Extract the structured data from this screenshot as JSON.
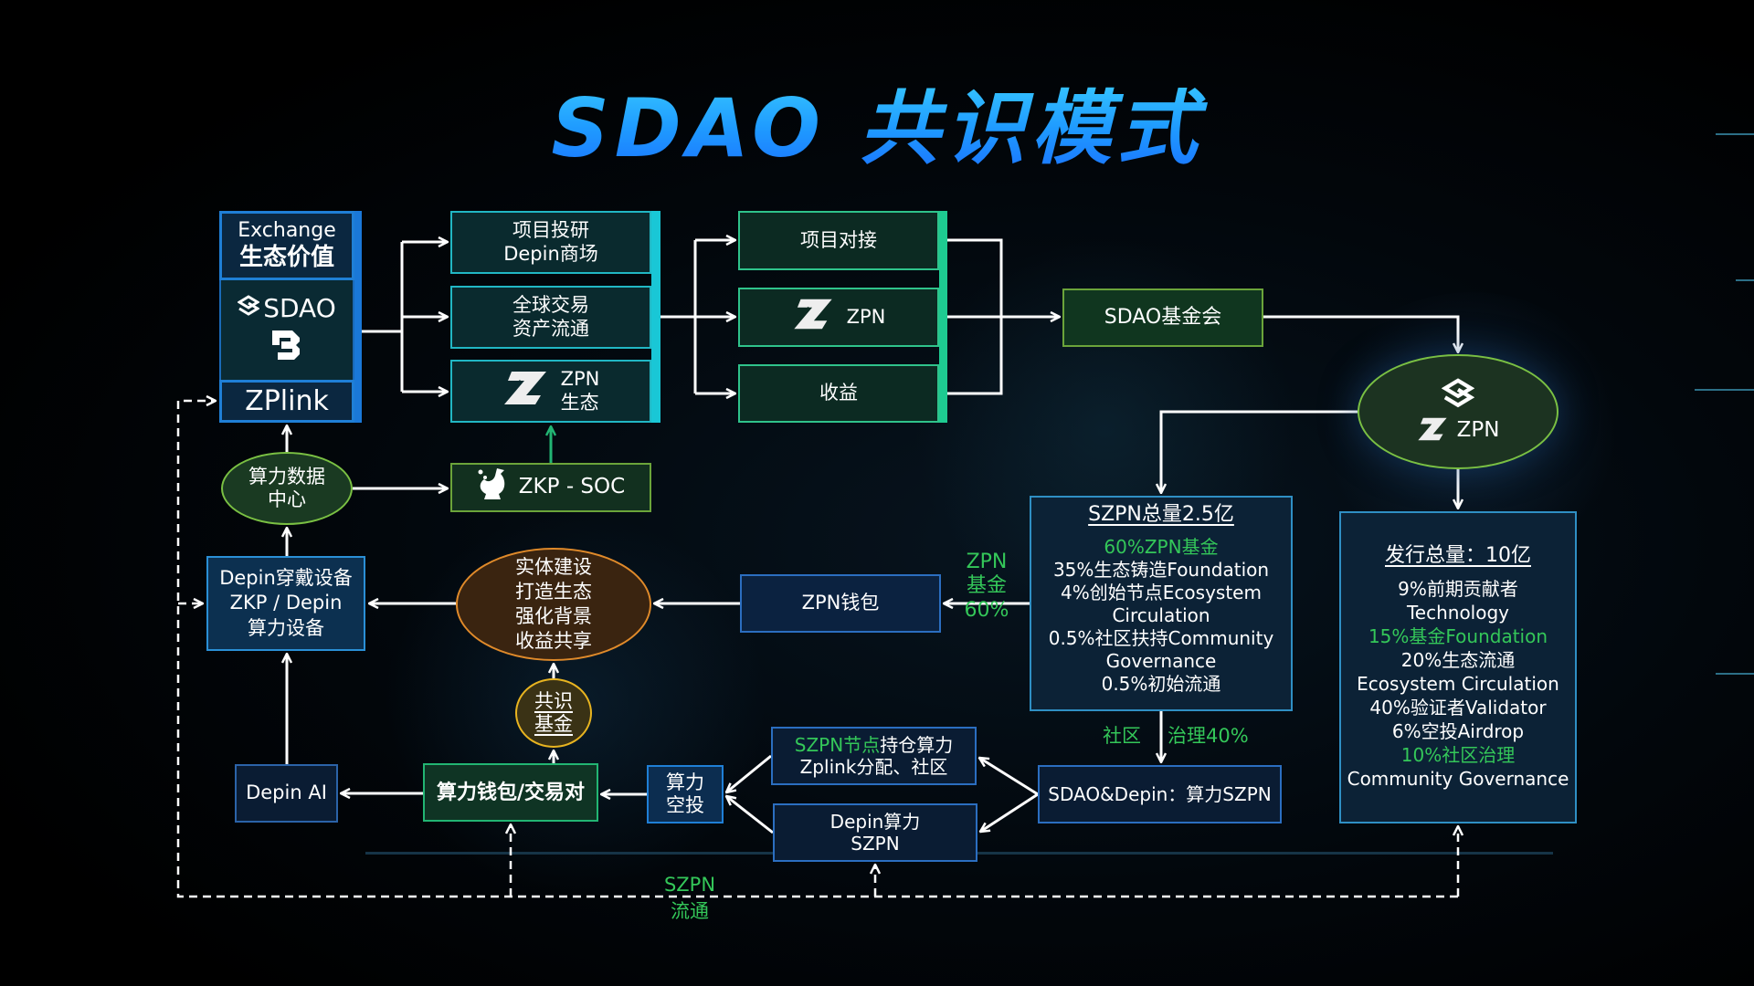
{
  "title": "SDAO 共识模式",
  "colors": {
    "accent_blue": "#1f9bff",
    "green_text": "#34c759",
    "teal": "#21b7c4",
    "mint": "#2fc38b"
  },
  "left_stack": {
    "exchange": {
      "line1": "Exchange",
      "line2": "生态价值"
    },
    "sdao": {
      "label": "SDAO",
      "icon": "sdao-logo-icon",
      "sub_icon": "b-logo-icon"
    },
    "zplink": {
      "label": "ZPlink"
    }
  },
  "middle_column": [
    {
      "line1": "项目投研",
      "line2": "Depin商场"
    },
    {
      "line1": "全球交易",
      "line2": "资产流通"
    },
    {
      "line1": "ZPN",
      "line2": "生态",
      "icon": "zpn-logo-icon"
    }
  ],
  "zkp_soc": {
    "label": "ZKP - SOC",
    "icon": "whale-icon"
  },
  "right_column": [
    {
      "label": "项目对接"
    },
    {
      "label": "ZPN",
      "icon": "zpn-logo-icon"
    },
    {
      "label": "收益"
    }
  ],
  "foundation": {
    "label": "SDAO基金会"
  },
  "zpn_node": {
    "label": "ZPN",
    "icon1": "sdao-logo-icon",
    "icon2": "zpn-logo-icon"
  },
  "szpn_box": {
    "title": "SZPN总量2.5亿",
    "lines": [
      {
        "text": "60%ZPN基金",
        "green": true
      },
      {
        "text": "35%生态铸造Foundation",
        "green": false
      },
      {
        "text": "4%创始节点Ecosystem",
        "green": false
      },
      {
        "text": "Circulation",
        "green": false
      },
      {
        "text": "0.5%社区扶持Community",
        "green": false
      },
      {
        "text": "Governance",
        "green": false
      },
      {
        "text": "0.5%初始流通",
        "green": false
      }
    ]
  },
  "issuance_box": {
    "title": "发行总量：10亿",
    "lines": [
      {
        "text": "9%前期贡献者",
        "green": false
      },
      {
        "text": "Technology",
        "green": false
      },
      {
        "text": "15%基金Foundation",
        "green": true
      },
      {
        "text": "20%生态流通",
        "green": false
      },
      {
        "text": "Ecosystem Circulation",
        "green": false
      },
      {
        "text": "40%验证者Validator",
        "green": false
      },
      {
        "text": "6%空投Airdrop",
        "green": false
      },
      {
        "text": "10%社区治理",
        "green": true
      },
      {
        "text": "Community Governance",
        "green": false
      }
    ]
  },
  "data_center": {
    "line1": "算力数据",
    "line2": "中心"
  },
  "depin_devices": {
    "line1": "Depin穿戴设备",
    "line2": "ZKP / Depin",
    "line3": "算力设备"
  },
  "ecosystem_ellipse": {
    "lines": [
      "实体建设",
      "打造生态",
      "强化背景",
      "收益共享"
    ]
  },
  "zpn_wallet": {
    "label": "ZPN钱包"
  },
  "zpn_fund_label": {
    "line1": "ZPN",
    "line2": "基金",
    "line3": "60%"
  },
  "consensus_fund": {
    "line1": "共识",
    "line2": "基金"
  },
  "depin_ai": {
    "label": "Depin AI"
  },
  "compute_wallet": {
    "label": "算力钱包/交易对"
  },
  "compute_airdrop": {
    "line1": "算力",
    "line2": "空投"
  },
  "szpn_node_box": {
    "line1_green": "SZPN节点",
    "line1_white": "持仓算力",
    "line2": "Zplink分配、社区"
  },
  "depin_compute_box": {
    "line1": "Depin算力",
    "line2": "SZPN"
  },
  "sdao_depin_box": {
    "label": "SDAO&Depin：算力SZPN"
  },
  "community_label": {
    "left": "社区",
    "right": "治理40%"
  },
  "szpn_flow_label": {
    "line1": "SZPN",
    "line2": "流通"
  }
}
